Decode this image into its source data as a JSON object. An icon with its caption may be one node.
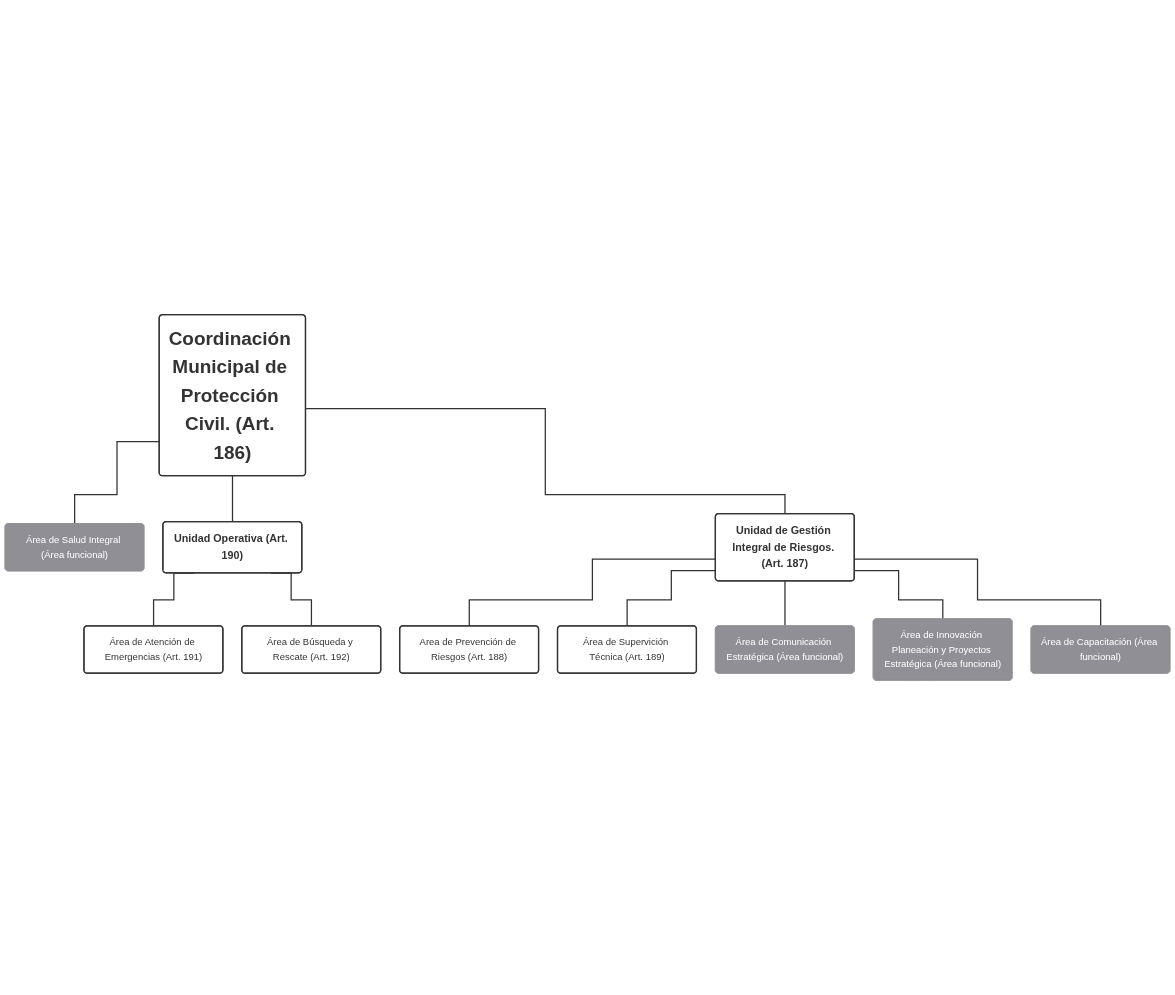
{
  "diagram": {
    "nodes": [
      {
        "text": [
          "Coordinación Municipal de Protección Civil. (Art. 186)"
        ]
      },
      {
        "text": [
          "Área de Salud Integral (Área funcional)"
        ]
      },
      {
        "text": [
          "Unidad Operativa (Art. 190)"
        ]
      },
      {
        "text": [
          "Unidad de Gestión Integral de Riesgos. (Art. 187)"
        ]
      },
      {
        "text": [
          "Área de Atención de Emergencias (Art. 191)"
        ]
      },
      {
        "text": [
          "Área de Búsqueda y Rescate (Art. 192)"
        ]
      },
      {
        "text": [
          "Area de Prevención de Riesgos (Art. 188)"
        ]
      },
      {
        "text": [
          "Área de Supervición Técnica (Art. 189)"
        ]
      },
      {
        "text": [
          "Área de Comunicación Estratégica (Área funcional)"
        ]
      },
      {
        "text": [
          "Área de Innovación Planeación y Proyectos Estratégica (Área funcional)"
        ]
      },
      {
        "text": [
          "Área de Capacitación (Área funcional)"
        ]
      }
    ],
    "edges": [
      {
        "from": 0,
        "to": 1,
        "arrow": "none"
      },
      {
        "from": 0,
        "to": 2,
        "arrow": "none"
      },
      {
        "from": 0,
        "to": 3,
        "arrow": "none"
      },
      {
        "from": 2,
        "to": 4,
        "arrow": "none"
      },
      {
        "from": 2,
        "to": 5,
        "arrow": "none"
      },
      {
        "from": 3,
        "to": 6,
        "arrow": "none"
      },
      {
        "from": 3,
        "to": 7,
        "arrow": "none"
      },
      {
        "from": 3,
        "to": 8,
        "arrow": "none"
      },
      {
        "from": 3,
        "to": 9,
        "arrow": "none"
      },
      {
        "from": 3,
        "to": 10,
        "arrow": "none"
      }
    ]
  }
}
